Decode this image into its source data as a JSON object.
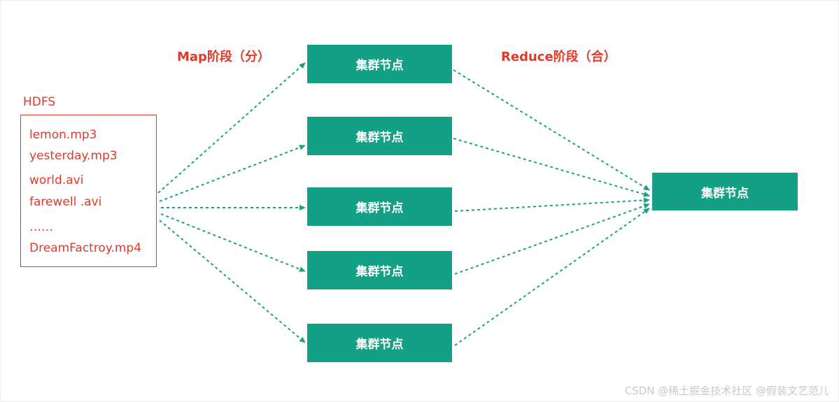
{
  "labels": {
    "map_phase": "Map阶段（分）",
    "reduce_phase": "Reduce阶段（合）"
  },
  "hdfs": {
    "title": "HDFS",
    "files": [
      "lemon.mp3",
      "yesterday.mp3",
      "world.avi",
      "farewell .avi",
      "……",
      "DreamFactroy.mp4"
    ]
  },
  "map_nodes": [
    "集群节点",
    "集群节点",
    "集群节点",
    "集群节点",
    "集群节点"
  ],
  "reduce_node": "集群节点",
  "watermark": "CSDN @稀土掘金技术社区 @假装文艺范儿",
  "colors": {
    "label_red": "#e03a2a",
    "node_green": "#14a085",
    "arrow_green": "#1aa383"
  }
}
